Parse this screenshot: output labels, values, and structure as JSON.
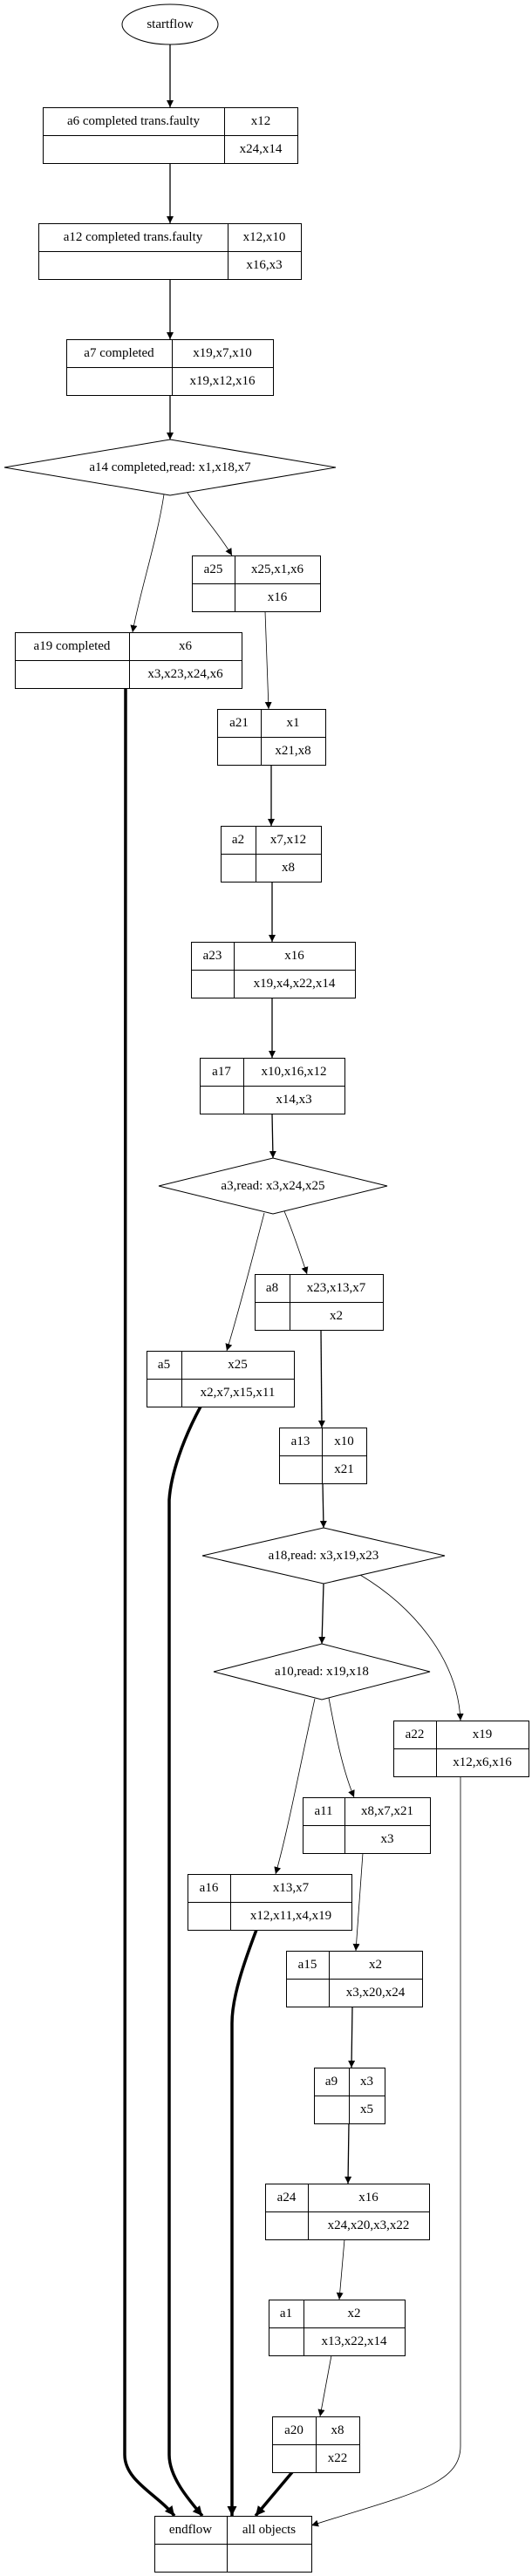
{
  "diagram": {
    "type": "flowchart",
    "start": {
      "id": "startflow",
      "label": "startflow"
    },
    "nodes": [
      {
        "id": "a6",
        "kind": "record",
        "label": "a6 completed trans.faulty",
        "row1": "x12",
        "row2": "x24,x14"
      },
      {
        "id": "a12",
        "kind": "record",
        "label": "a12 completed trans.faulty",
        "row1": "x12,x10",
        "row2": "x16,x3"
      },
      {
        "id": "a7",
        "kind": "record",
        "label": "a7 completed",
        "row1": "x19,x7,x10",
        "row2": "x19,x12,x16"
      },
      {
        "id": "a14",
        "kind": "decision",
        "label": "a14 completed,read: x1,x18,x7"
      },
      {
        "id": "a19",
        "kind": "record",
        "label": "a19 completed",
        "row1": "x6",
        "row2": "x3,x23,x24,x6"
      },
      {
        "id": "a25",
        "kind": "record",
        "label": "a25",
        "row1": "x25,x1,x6",
        "row2": "x16"
      },
      {
        "id": "a21",
        "kind": "record",
        "label": "a21",
        "row1": "x1",
        "row2": "x21,x8"
      },
      {
        "id": "a2",
        "kind": "record",
        "label": "a2",
        "row1": "x7,x12",
        "row2": "x8"
      },
      {
        "id": "a23",
        "kind": "record",
        "label": "a23",
        "row1": "x16",
        "row2": "x19,x4,x22,x14"
      },
      {
        "id": "a17",
        "kind": "record",
        "label": "a17",
        "row1": "x10,x16,x12",
        "row2": "x14,x3"
      },
      {
        "id": "a3",
        "kind": "decision",
        "label": "a3,read: x3,x24,x25"
      },
      {
        "id": "a8",
        "kind": "record",
        "label": "a8",
        "row1": "x23,x13,x7",
        "row2": "x2"
      },
      {
        "id": "a5",
        "kind": "record",
        "label": "a5",
        "row1": "x25",
        "row2": "x2,x7,x15,x11"
      },
      {
        "id": "a13",
        "kind": "record",
        "label": "a13",
        "row1": "x10",
        "row2": "x21"
      },
      {
        "id": "a18",
        "kind": "decision",
        "label": "a18,read: x3,x19,x23"
      },
      {
        "id": "a10",
        "kind": "decision",
        "label": "a10,read: x19,x18"
      },
      {
        "id": "a22",
        "kind": "record",
        "label": "a22",
        "row1": "x19",
        "row2": "x12,x6,x16"
      },
      {
        "id": "a11",
        "kind": "record",
        "label": "a11",
        "row1": "x8,x7,x21",
        "row2": "x3"
      },
      {
        "id": "a16",
        "kind": "record",
        "label": "a16",
        "row1": "x13,x7",
        "row2": "x12,x11,x4,x19"
      },
      {
        "id": "a15",
        "kind": "record",
        "label": "a15",
        "row1": "x2",
        "row2": "x3,x20,x24"
      },
      {
        "id": "a9",
        "kind": "record",
        "label": "a9",
        "row1": "x3",
        "row2": "x5"
      },
      {
        "id": "a24",
        "kind": "record",
        "label": "a24",
        "row1": "x16",
        "row2": "x24,x20,x3,x22"
      },
      {
        "id": "a1",
        "kind": "record",
        "label": "a1",
        "row1": "x2",
        "row2": "x13,x22,x14"
      },
      {
        "id": "a20",
        "kind": "record",
        "label": "a20",
        "row1": "x8",
        "row2": "x22"
      },
      {
        "id": "endflow",
        "kind": "record",
        "label": "endflow",
        "row1": "all objects",
        "row2": ""
      }
    ],
    "edges": [
      {
        "from": "startflow",
        "to": "a6",
        "style": "normal"
      },
      {
        "from": "a6",
        "to": "a12",
        "style": "normal"
      },
      {
        "from": "a12",
        "to": "a7",
        "style": "normal"
      },
      {
        "from": "a7",
        "to": "a14",
        "style": "normal"
      },
      {
        "from": "a14",
        "to": "a19",
        "style": "thin"
      },
      {
        "from": "a14",
        "to": "a25",
        "style": "thin"
      },
      {
        "from": "a25",
        "to": "a21",
        "style": "thin"
      },
      {
        "from": "a21",
        "to": "a2",
        "style": "normal"
      },
      {
        "from": "a2",
        "to": "a23",
        "style": "normal"
      },
      {
        "from": "a23",
        "to": "a17",
        "style": "normal"
      },
      {
        "from": "a17",
        "to": "a3",
        "style": "normal"
      },
      {
        "from": "a3",
        "to": "a5",
        "style": "thin"
      },
      {
        "from": "a3",
        "to": "a8",
        "style": "thin"
      },
      {
        "from": "a8",
        "to": "a13",
        "style": "normal"
      },
      {
        "from": "a13",
        "to": "a18",
        "style": "normal"
      },
      {
        "from": "a18",
        "to": "a10",
        "style": "normal"
      },
      {
        "from": "a18",
        "to": "a22",
        "style": "thin"
      },
      {
        "from": "a10",
        "to": "a16",
        "style": "thin"
      },
      {
        "from": "a10",
        "to": "a11",
        "style": "thin"
      },
      {
        "from": "a11",
        "to": "a15",
        "style": "thin"
      },
      {
        "from": "a15",
        "to": "a9",
        "style": "normal"
      },
      {
        "from": "a9",
        "to": "a24",
        "style": "normal"
      },
      {
        "from": "a24",
        "to": "a1",
        "style": "thin"
      },
      {
        "from": "a1",
        "to": "a20",
        "style": "thin"
      },
      {
        "from": "a19",
        "to": "endflow",
        "style": "bold"
      },
      {
        "from": "a5",
        "to": "endflow",
        "style": "bold"
      },
      {
        "from": "a16",
        "to": "endflow",
        "style": "bold"
      },
      {
        "from": "a20",
        "to": "endflow",
        "style": "bold"
      },
      {
        "from": "a22",
        "to": "endflow",
        "style": "thin"
      }
    ]
  }
}
